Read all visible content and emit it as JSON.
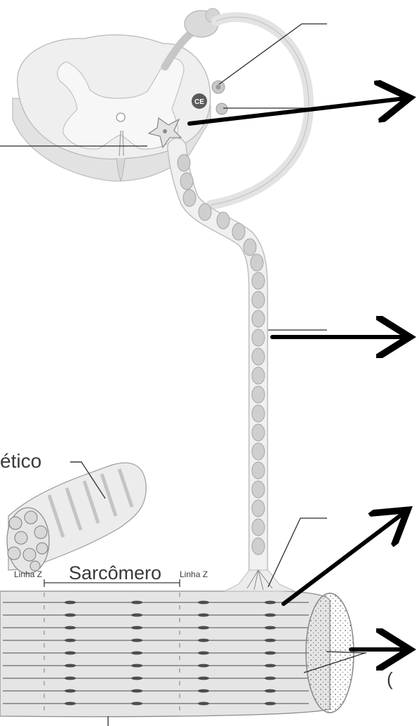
{
  "labels": {
    "ce": "CE",
    "muscle_fragment": "ético",
    "sarcomere": "Sarcômero",
    "z_line_left": "Linha Z",
    "z_line_right": "Linha Z"
  },
  "colors": {
    "tissue_fill": "#ececec",
    "tissue_stroke": "#b9b9b9",
    "grey_matter": "#f7f7f7",
    "nerve_fill": "#d9d9d9",
    "arrow": "#000000",
    "leader_line": "#2b2b2b"
  }
}
